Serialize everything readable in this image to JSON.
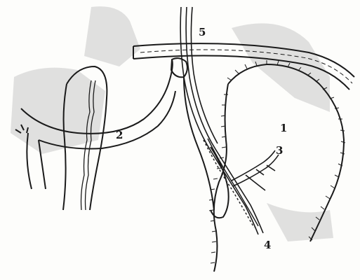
{
  "figure": {
    "background_color": "#fdfdfb",
    "ink_color": "#1a1a1a",
    "shadow_color": "#c9c9c9",
    "labels": {
      "one": "1",
      "two": "2",
      "three": "3",
      "four": "4",
      "five": "5"
    }
  }
}
